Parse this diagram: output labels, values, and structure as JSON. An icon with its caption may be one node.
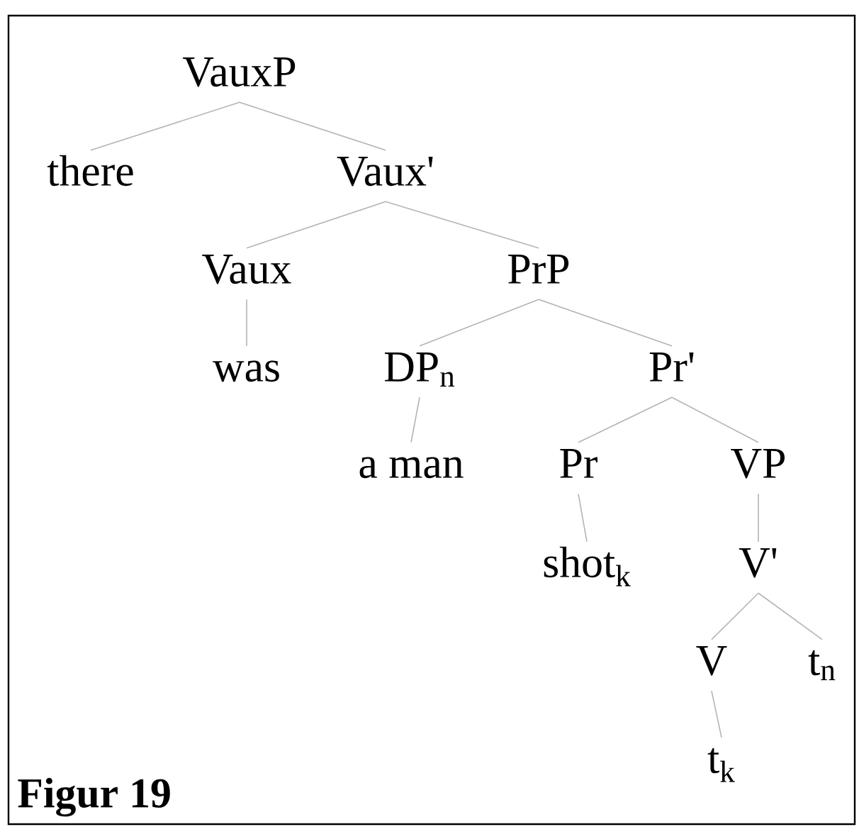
{
  "diagram": {
    "nodes": [
      {
        "text": [
          "VauxP"
        ]
      },
      {
        "text": [
          "there"
        ]
      },
      {
        "text": [
          "Vaux'"
        ]
      },
      {
        "text": [
          "Vaux"
        ]
      },
      {
        "text": [
          "PrP"
        ]
      },
      {
        "text": [
          "was"
        ]
      },
      {
        "text": [
          "DP$_{n}$"
        ]
      },
      {
        "text": [
          "Pr'"
        ]
      },
      {
        "text": [
          "a man"
        ]
      },
      {
        "text": [
          "Pr"
        ]
      },
      {
        "text": [
          "VP"
        ]
      },
      {
        "text": [
          "shot$_{k}$"
        ]
      },
      {
        "text": [
          "V'"
        ]
      },
      {
        "text": [
          "V"
        ]
      },
      {
        "text": [
          "t$_{n}$"
        ]
      },
      {
        "text": [
          "t$_{k}$"
        ]
      }
    ],
    "edges": [
      {
        "from": 0,
        "to": 1,
        "arrow": "none"
      },
      {
        "from": 0,
        "to": 2,
        "arrow": "none"
      },
      {
        "from": 2,
        "to": 3,
        "arrow": "none"
      },
      {
        "from": 2,
        "to": 4,
        "arrow": "none"
      },
      {
        "from": 3,
        "to": 5,
        "arrow": "none"
      },
      {
        "from": 4,
        "to": 6,
        "arrow": "none"
      },
      {
        "from": 4,
        "to": 7,
        "arrow": "none"
      },
      {
        "from": 6,
        "to": 8,
        "arrow": "none"
      },
      {
        "from": 7,
        "to": 9,
        "arrow": "none"
      },
      {
        "from": 7,
        "to": 10,
        "arrow": "none"
      },
      {
        "from": 9,
        "to": 11,
        "arrow": "none"
      },
      {
        "from": 10,
        "to": 12,
        "arrow": "none"
      },
      {
        "from": 12,
        "to": 13,
        "arrow": "none"
      },
      {
        "from": 12,
        "to": 14,
        "arrow": "none"
      },
      {
        "from": 13,
        "to": 15,
        "arrow": "none"
      }
    ],
    "labels": [
      "Figur 19"
    ]
  }
}
